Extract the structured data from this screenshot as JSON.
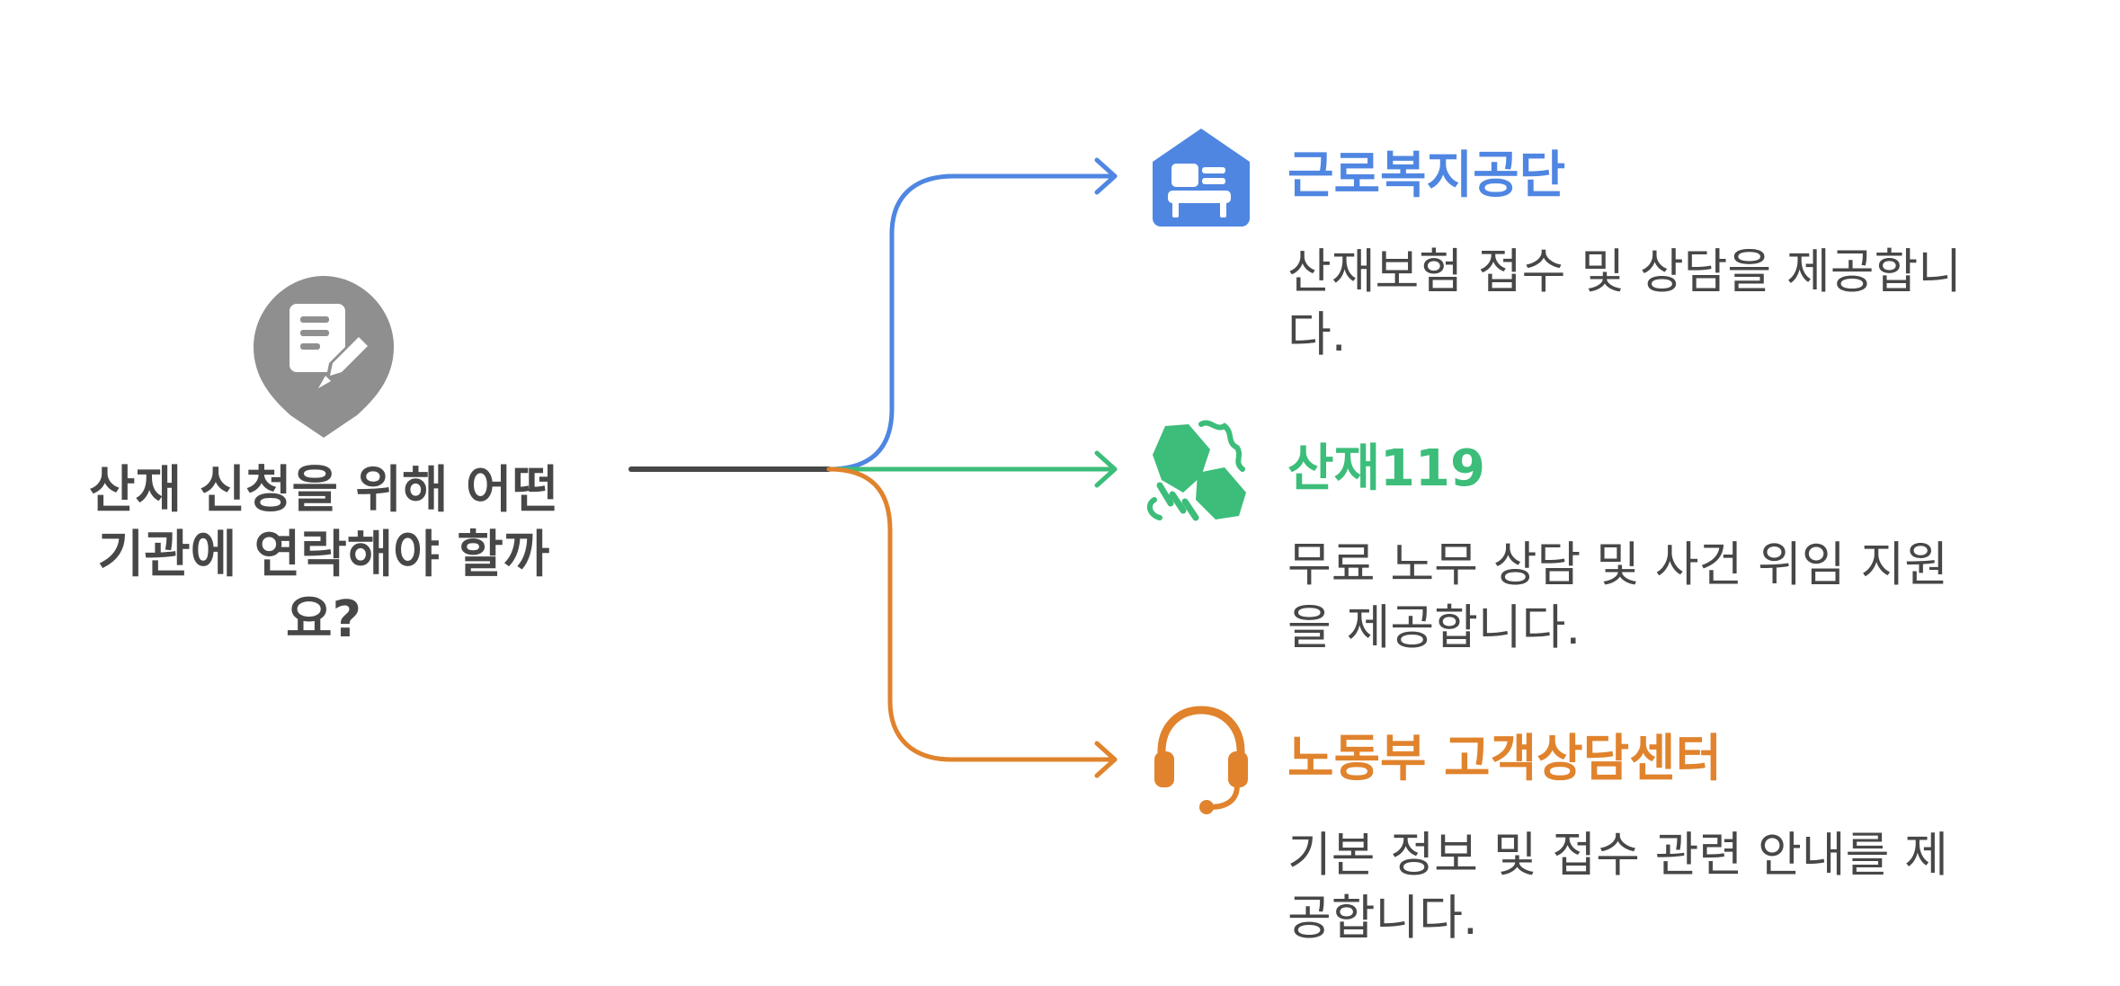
{
  "question": {
    "lines": [
      "산재 신청을 위해 어떤",
      "기관에 연락해야 할까",
      "요?"
    ],
    "icon": "document-pencil-pin-icon",
    "color": "#8f8f8f"
  },
  "branches": [
    {
      "title": "근로복지공단",
      "desc_lines": [
        "산재보험 접수 및 상담을 제공합니",
        "다."
      ],
      "color": "#4f86e2",
      "icon": "house-furniture-icon"
    },
    {
      "title": "산재119",
      "desc_lines": [
        "무료 노무 상담 및 사건 위임 지원",
        "을 제공합니다."
      ],
      "color": "#3cbd7a",
      "icon": "handshake-icon"
    },
    {
      "title": "노동부 고객상담센터",
      "desc_lines": [
        "기본 정보 및 접수 관련 안내를 제",
        "공합니다."
      ],
      "color": "#e0832c",
      "icon": "headset-icon"
    }
  ],
  "colors": {
    "stem": "#474747",
    "text": "#474747",
    "background": "#ffffff"
  }
}
